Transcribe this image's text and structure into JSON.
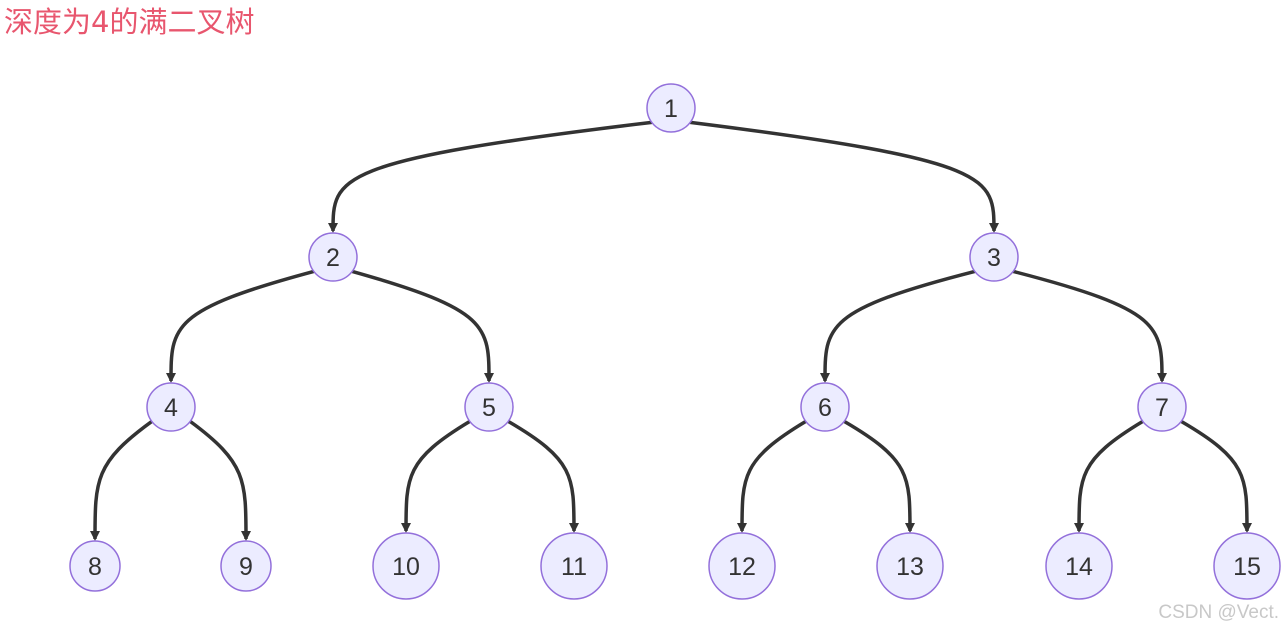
{
  "title": "深度为4的满二叉树",
  "watermark": "CSDN @Vect.",
  "colors": {
    "title": "#e8566e",
    "node_fill": "#ececff",
    "node_stroke": "#9370db",
    "edge": "#333333",
    "label": "#333333",
    "watermark": "#c8c8c8"
  },
  "tree": {
    "nodes": [
      "1",
      "2",
      "3",
      "4",
      "5",
      "6",
      "7",
      "8",
      "9",
      "10",
      "11",
      "12",
      "13",
      "14",
      "15"
    ],
    "edges": [
      [
        "1",
        "2"
      ],
      [
        "1",
        "3"
      ],
      [
        "2",
        "4"
      ],
      [
        "2",
        "5"
      ],
      [
        "3",
        "6"
      ],
      [
        "3",
        "7"
      ],
      [
        "4",
        "8"
      ],
      [
        "4",
        "9"
      ],
      [
        "5",
        "10"
      ],
      [
        "5",
        "11"
      ],
      [
        "6",
        "12"
      ],
      [
        "6",
        "13"
      ],
      [
        "7",
        "14"
      ],
      [
        "7",
        "15"
      ]
    ]
  }
}
